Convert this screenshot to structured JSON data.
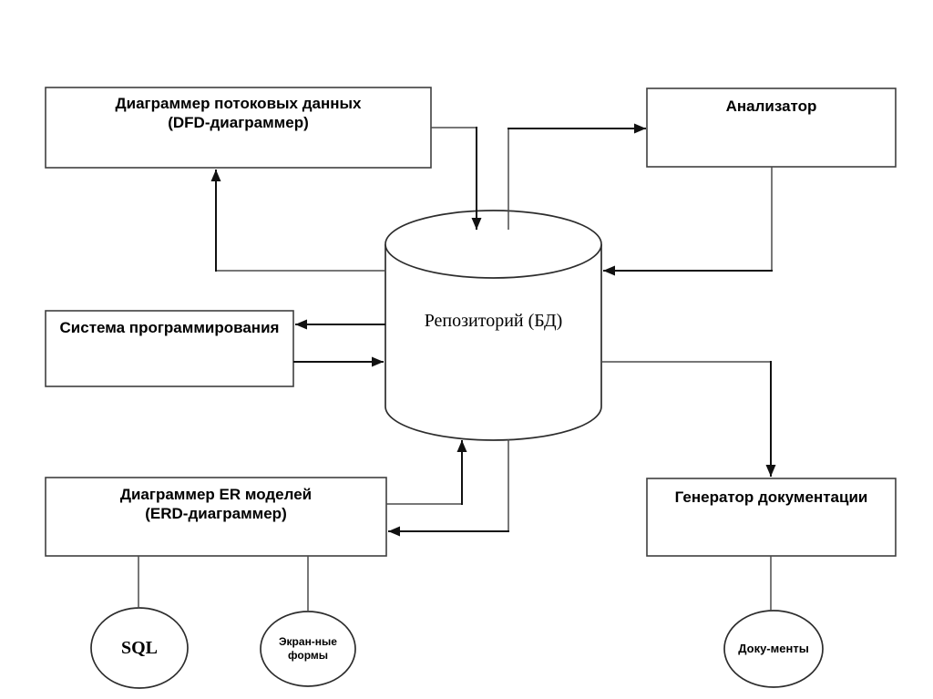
{
  "diagram": {
    "boxes": [
      {
        "id": "dfd-diagrammer",
        "line1": "Диаграммер потоковых данных",
        "line2": "(DFD-диаграммер)"
      },
      {
        "id": "analyzer",
        "line1": "Анализатор"
      },
      {
        "id": "programming-system",
        "line1": "Система программирования"
      },
      {
        "id": "erd-diagrammer",
        "line1": "Диаграммер ER моделей",
        "line2": "(ERD-диаграммер)"
      },
      {
        "id": "doc-generator",
        "line1": "Генератор документации"
      }
    ],
    "repository": {
      "label": "Репозиторий (БД)"
    },
    "outputs": [
      {
        "id": "sql",
        "line1": "SQL"
      },
      {
        "id": "screen-forms",
        "line1": "Экран-ные",
        "line2": "формы"
      },
      {
        "id": "documents",
        "line1": "Доку-менты"
      }
    ],
    "colors": {
      "background": "#ffffff",
      "box_border": "#3f3f3f",
      "shape_outline": "#2d2d2d",
      "connector": "#4a4a4a",
      "arrow": "#111111",
      "text": "#000000"
    }
  }
}
